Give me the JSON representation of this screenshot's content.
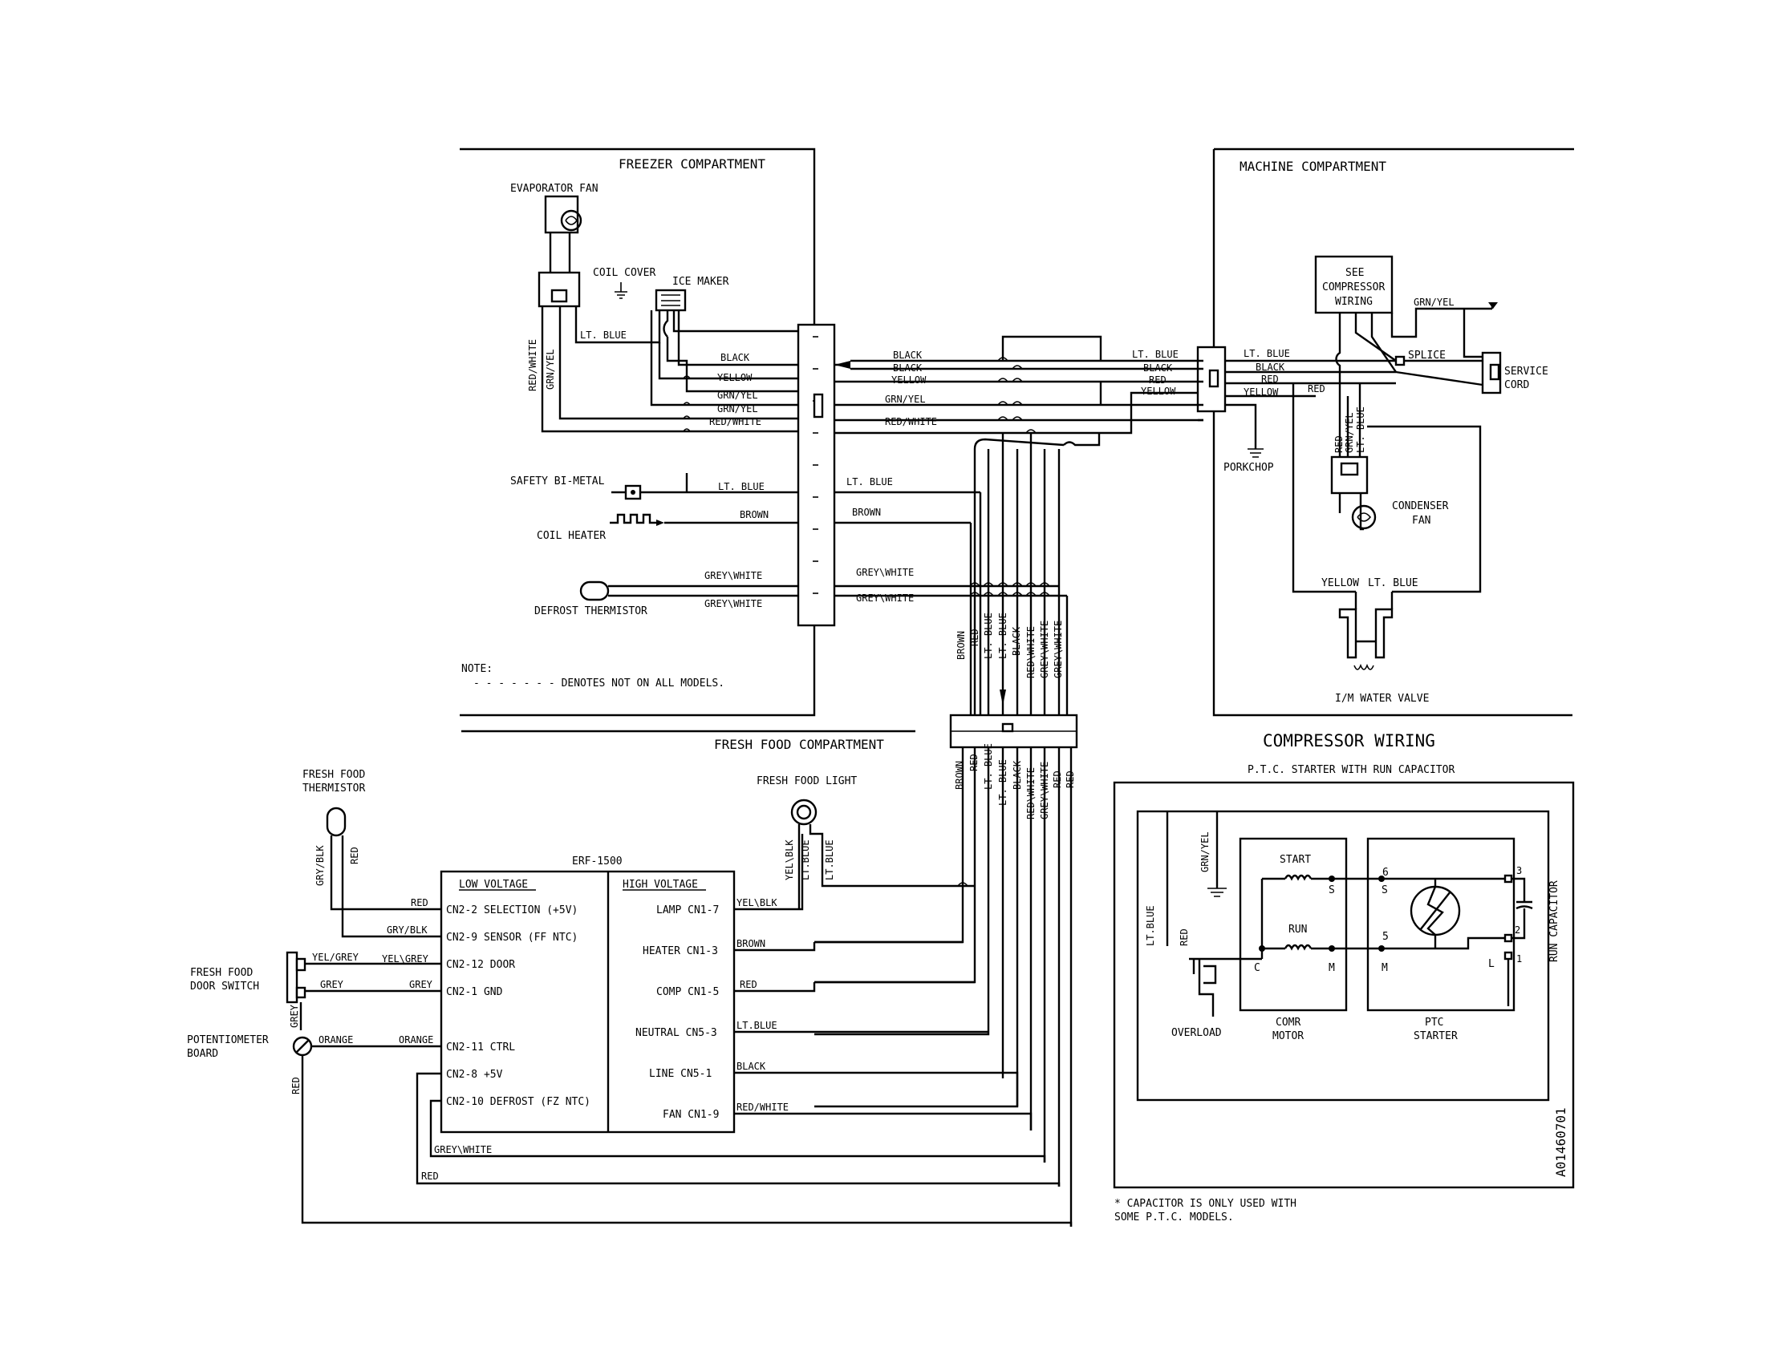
{
  "sections": {
    "freezer": "FREEZER COMPARTMENT",
    "machine": "MACHINE COMPARTMENT",
    "fresh_food": "FRESH FOOD COMPARTMENT",
    "compressor_wiring": "COMPRESSOR WIRING",
    "ptc_subtitle": "P.T.C. STARTER WITH RUN CAPACITOR"
  },
  "components": {
    "evaporator_fan": "EVAPORATOR FAN",
    "coil_cover": "COIL COVER",
    "ice_maker": "ICE MAKER",
    "safety_bimetal": "SAFETY BI-METAL",
    "coil_heater": "COIL HEATER",
    "defrost_thermistor": "DEFROST THERMISTOR",
    "see_comp_1": "SEE",
    "see_comp_2": "COMPRESSOR",
    "see_comp_3": "WIRING",
    "splice": "SPLICE",
    "service_cord_1": "SERVICE",
    "service_cord_2": "CORD",
    "porkchop": "PORKCHOP",
    "condenser_fan_1": "CONDENSER",
    "condenser_fan_2": "FAN",
    "water_valve": "I/M WATER VALVE",
    "ff_thermistor_1": "FRESH FOOD",
    "ff_thermistor_2": "THERMISTOR",
    "ff_light": "FRESH FOOD LIGHT",
    "ff_door_switch_1": "FRESH FOOD",
    "ff_door_switch_2": "DOOR SWITCH",
    "pot_board_1": "POTENTIOMETER",
    "pot_board_2": "BOARD",
    "board_name": "ERF-1500",
    "low_voltage": "LOW VOLTAGE",
    "high_voltage": "HIGH VOLTAGE"
  },
  "note": {
    "title": "NOTE:",
    "text": "- - - - - - - DENOTES NOT ON ALL MODELS."
  },
  "low_pins": [
    "CN2-2 SELECTION (+5V)",
    "CN2-9 SENSOR (FF NTC)",
    "CN2-12 DOOR",
    "CN2-1 GND",
    "CN2-11 CTRL",
    "CN2-8 +5V",
    "CN2-10 DEFROST (FZ NTC)"
  ],
  "high_pins": [
    "LAMP CN1-7",
    "HEATER CN1-3",
    "COMP CN1-5",
    "NEUTRAL CN5-3",
    "LINE CN5-1",
    "FAN CN1-9"
  ],
  "wires": {
    "lt_blue": "LT. BLUE",
    "black": "BLACK",
    "yellow": "YELLOW",
    "grn_yel": "GRN/YEL",
    "red_white": "RED/WHITE",
    "red_white_v": "RED\\WHITE",
    "brown": "BROWN",
    "grey_white": "GREY\\WHITE",
    "red": "RED",
    "gry_blk": "GRY/BLK",
    "yel_grey": "YEL/GREY",
    "yel_grey_b": "YEL\\GREY",
    "grey": "GREY",
    "orange": "ORANGE",
    "yel_blk": "YEL\\BLK",
    "lt_blue_v": "LT.BLUE",
    "black_lc": "BLACK",
    "yellow_lc": "YELLOW",
    "red_lc": "RED"
  },
  "compressor": {
    "lt_blue": "LT.BLUE",
    "grn_yel": "GRN/YEL",
    "red": "RED",
    "start": "START",
    "run": "RUN",
    "s": "S",
    "c": "C",
    "m": "M",
    "l": "L",
    "pin3": "3",
    "pin2": "2",
    "pin1": "1",
    "pin6": "6",
    "pin5": "5",
    "overload": "OVERLOAD",
    "comp_motor_1": "COMR",
    "comp_motor_2": "MOTOR",
    "ptc_1": "PTC",
    "ptc_2": "STARTER",
    "run_cap": "RUN CAPACITOR",
    "drawing_no": "A01460701"
  },
  "footnote": {
    "line1": "* CAPACITOR IS ONLY USED WITH",
    "line2": "SOME P.T.C. MODELS."
  }
}
